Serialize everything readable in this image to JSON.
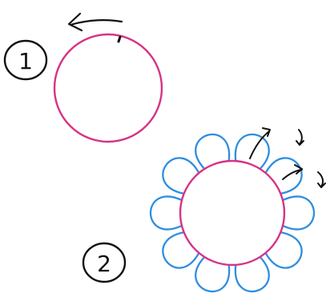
{
  "steps": [
    {
      "number": "1"
    },
    {
      "number": "2"
    }
  ],
  "flower": {
    "petal_count": 10
  },
  "colors": {
    "circle": "#d63384",
    "petals": "#2f8ee0",
    "ink": "#111111",
    "background": "#ffffff"
  },
  "icons": {
    "direction": "arrow-left-icon",
    "petal_curl": "curl-arrow-icon"
  }
}
